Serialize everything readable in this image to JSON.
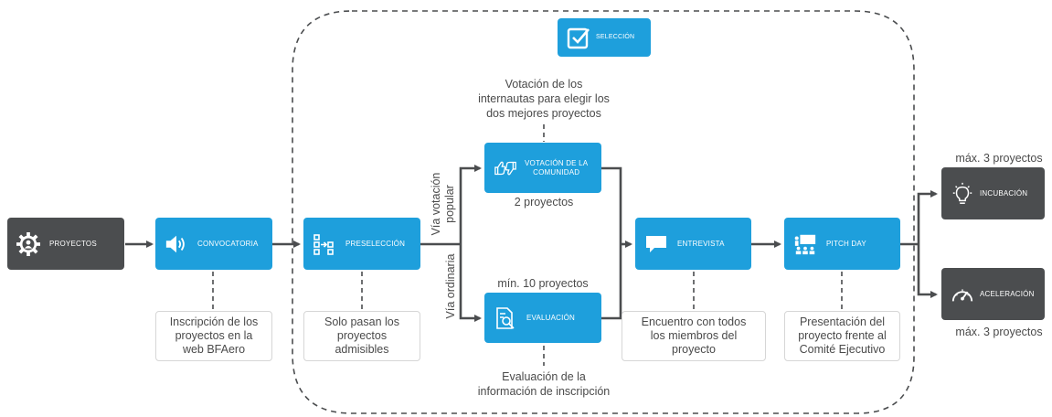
{
  "stages": {
    "proyectos": "PROYECTOS",
    "convocatoria": "CONVOCATORIA",
    "preseleccion": "PRESELECCIÓN",
    "votacion_line1": "VOTACIÓN DE LA",
    "votacion_line2": "COMUNIDAD",
    "evaluacion": "EVALUACIÓN",
    "entrevista": "ENTREVISTA",
    "pitch_day": "PITCH DAY",
    "incubacion": "INCUBACIÓN",
    "aceleracion": "ACELERACIÓN",
    "seleccion": "SELECCIÓN"
  },
  "notes": {
    "convocatoria": [
      "Inscripción de los",
      "proyectos en la",
      "web BFAero"
    ],
    "preseleccion": [
      "Solo pasan los",
      "proyectos",
      "admisibles"
    ],
    "entrevista": [
      "Encuentro con todos",
      "los miembros del",
      "proyecto"
    ],
    "pitch_day": [
      "Presentación del",
      "proyecto frente al",
      "Comité Ejecutivo"
    ],
    "votacion": [
      "Votación de los",
      "internautas para elegir los",
      "dos mejores proyectos"
    ],
    "evaluacion": [
      "Evaluación de la",
      "información de inscripción"
    ]
  },
  "counts": {
    "votacion": "2 proyectos",
    "evaluacion": "mín. 10 proyectos",
    "incubacion": "máx. 3 proyectos",
    "aceleracion": "máx. 3 proyectos"
  },
  "paths": {
    "popular_line1": "Vía votación",
    "popular_line2": "popular",
    "ordinaria": "Vía ordinaria"
  },
  "icons": {
    "proyectos": "gear-person-icon",
    "convocatoria": "speaker-icon",
    "preseleccion": "grid-arrow-icon",
    "votacion": "thumbs-icon",
    "evaluacion": "document-search-icon",
    "entrevista": "speech-bubble-icon",
    "pitch_day": "presentation-icon",
    "incubacion": "lightbulb-icon",
    "aceleracion": "speedometer-icon",
    "seleccion": "checkbox-icon"
  },
  "colors": {
    "blue": "#1e9fdc",
    "dark": "#4b4d4f",
    "line": "#4b4d4f",
    "text": "#4a4a4a"
  }
}
